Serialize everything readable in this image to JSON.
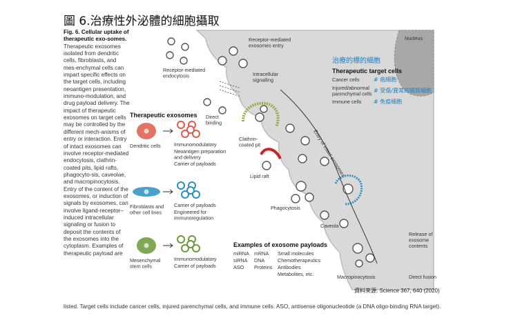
{
  "title": "圖 6.治療性外泌體的細胞攝取",
  "side_caption": {
    "bold": "Fig. 6. Cellular uptake of therapeutic exo-somes.",
    "text": "Therapeutic exosomes isolated from dendritic cells, fibroblasts, and mes-enchymal cells can impart specific effects on the target cells, including neoantigen presentation, immuno-modulation, and drug payload delivery. The impact of therapeutic exosomes on target cells may be controlled by the different mech-anisms of entry or interaction. Entry of intact exosomes can involve receptor-mediated endocytosis, clathrin-coated pits, lipid rafts, phagocyto-sis, caveolae, and macropinocytosis. Entry of the content of the exosomes, or induction of signals by exosomes, can involve ligand-receptor–induced intracellular signaling or fusion to deposit the contents of the exosomes into the cytoplasm. Examples of therapeutic payload are"
  },
  "caption_bottom": "listed. Target cells include cancer cells, injured parenchymal cells, and immune cells. ASO, antisense oligonucleotide (a DNA oligo-binding RNA target).",
  "source": "資料來源: Science 367, 640 (2020)",
  "labels": {
    "receptor_entry": "Receptor-mediated\nexosomes entry",
    "receptor_endo": "Receptor-mediated\nendocytosis",
    "intracellular": "Intracellular\nsignalling",
    "direct_binding": "Direct\nbinding",
    "clathrin": "Clathrin-\ncoated pit",
    "lipid_raft": "Lipid raft",
    "phagocytosis": "Phagocytosis",
    "caveola": "Caveola",
    "macropino": "Macropinocytosis",
    "direct_fusion": "Direct fusion",
    "release": "Release of\nexosome\ncontents",
    "nucleus": "Nucleus",
    "entry_intact": "Entry of intact exosomes"
  },
  "therapeutic_heading": "Therapeutic exosomes",
  "sources": [
    {
      "cell": "Dendritic cells",
      "color": "#e05a4a",
      "effects": [
        "Immunomodulatory",
        "Neoantigen preparation\nand delivery",
        "Carrier of payloads"
      ]
    },
    {
      "cell": "Fibroblasts and\nother cell lines",
      "color": "#2a8fc0",
      "effects": [
        "Carrier of payloads",
        "Engineered for\nimmunoregulation"
      ]
    },
    {
      "cell": "Mesenchymal\nstem cells",
      "color": "#6a9a3a",
      "effects": [
        "Immunomodulatory",
        "Carrier of payloads"
      ]
    }
  ],
  "target": {
    "title_zh": "治療的標的細胞",
    "heading": "Therapeutic target cells",
    "rows": [
      {
        "en": "Cancer cells",
        "zh": "# 癌細胞"
      },
      {
        "en": "Injured/abnormal\nparenchymal cells",
        "zh": "# 受傷/異常的間質細胞"
      },
      {
        "en": "Immune cells",
        "zh": "# 免疫細胞"
      }
    ]
  },
  "payloads": {
    "heading": "Examples of exosome payloads",
    "columns": [
      [
        "miRNA",
        "siRNA",
        "ASO"
      ],
      [
        "mRNA",
        "DNA",
        "Proteins"
      ],
      [
        "Small molecules",
        "Chemotherapeutics",
        "Antibodies",
        "Metabolites, etc."
      ]
    ]
  },
  "colors": {
    "cell_fill": "#d9d9d9",
    "cell_edge": "#bdbdbd",
    "nucleus": "#9e9e9e",
    "accent_blue": "#1a80c4",
    "clathrin": "#9aaa3a",
    "lipid_raft": "#cc2222",
    "caveola": "#2a8fc0"
  }
}
